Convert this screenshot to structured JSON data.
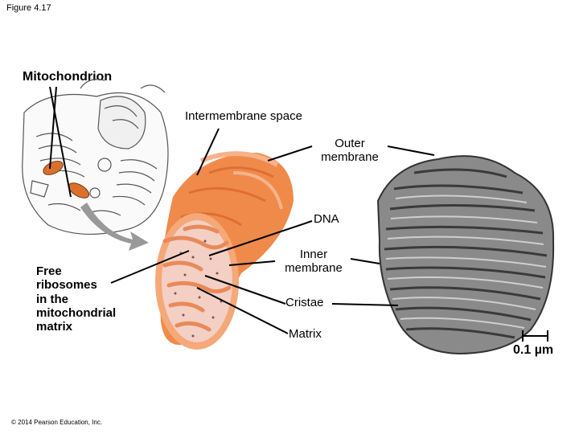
{
  "figure_label": "Figure 4.17",
  "title": "Mitochondrion",
  "labels": {
    "intermembrane": "Intermembrane space",
    "outer": "Outer\nmembrane",
    "dna": "DNA",
    "inner": "Inner\nmembrane",
    "free_ribosomes": "Free\nribosomes\nin the\nmitochondrial\nmatrix",
    "cristae": "Cristae",
    "matrix": "Matrix"
  },
  "scale_bar": "0.1 µm",
  "copyright": "© 2014 Pearson Education, Inc.",
  "colors": {
    "mito_outer": "#f08a4b",
    "mito_inner": "#f5a878",
    "matrix_fill": "#f3cfc4",
    "em_gray": "#8a8a8a",
    "highlight": "#d9702e"
  }
}
